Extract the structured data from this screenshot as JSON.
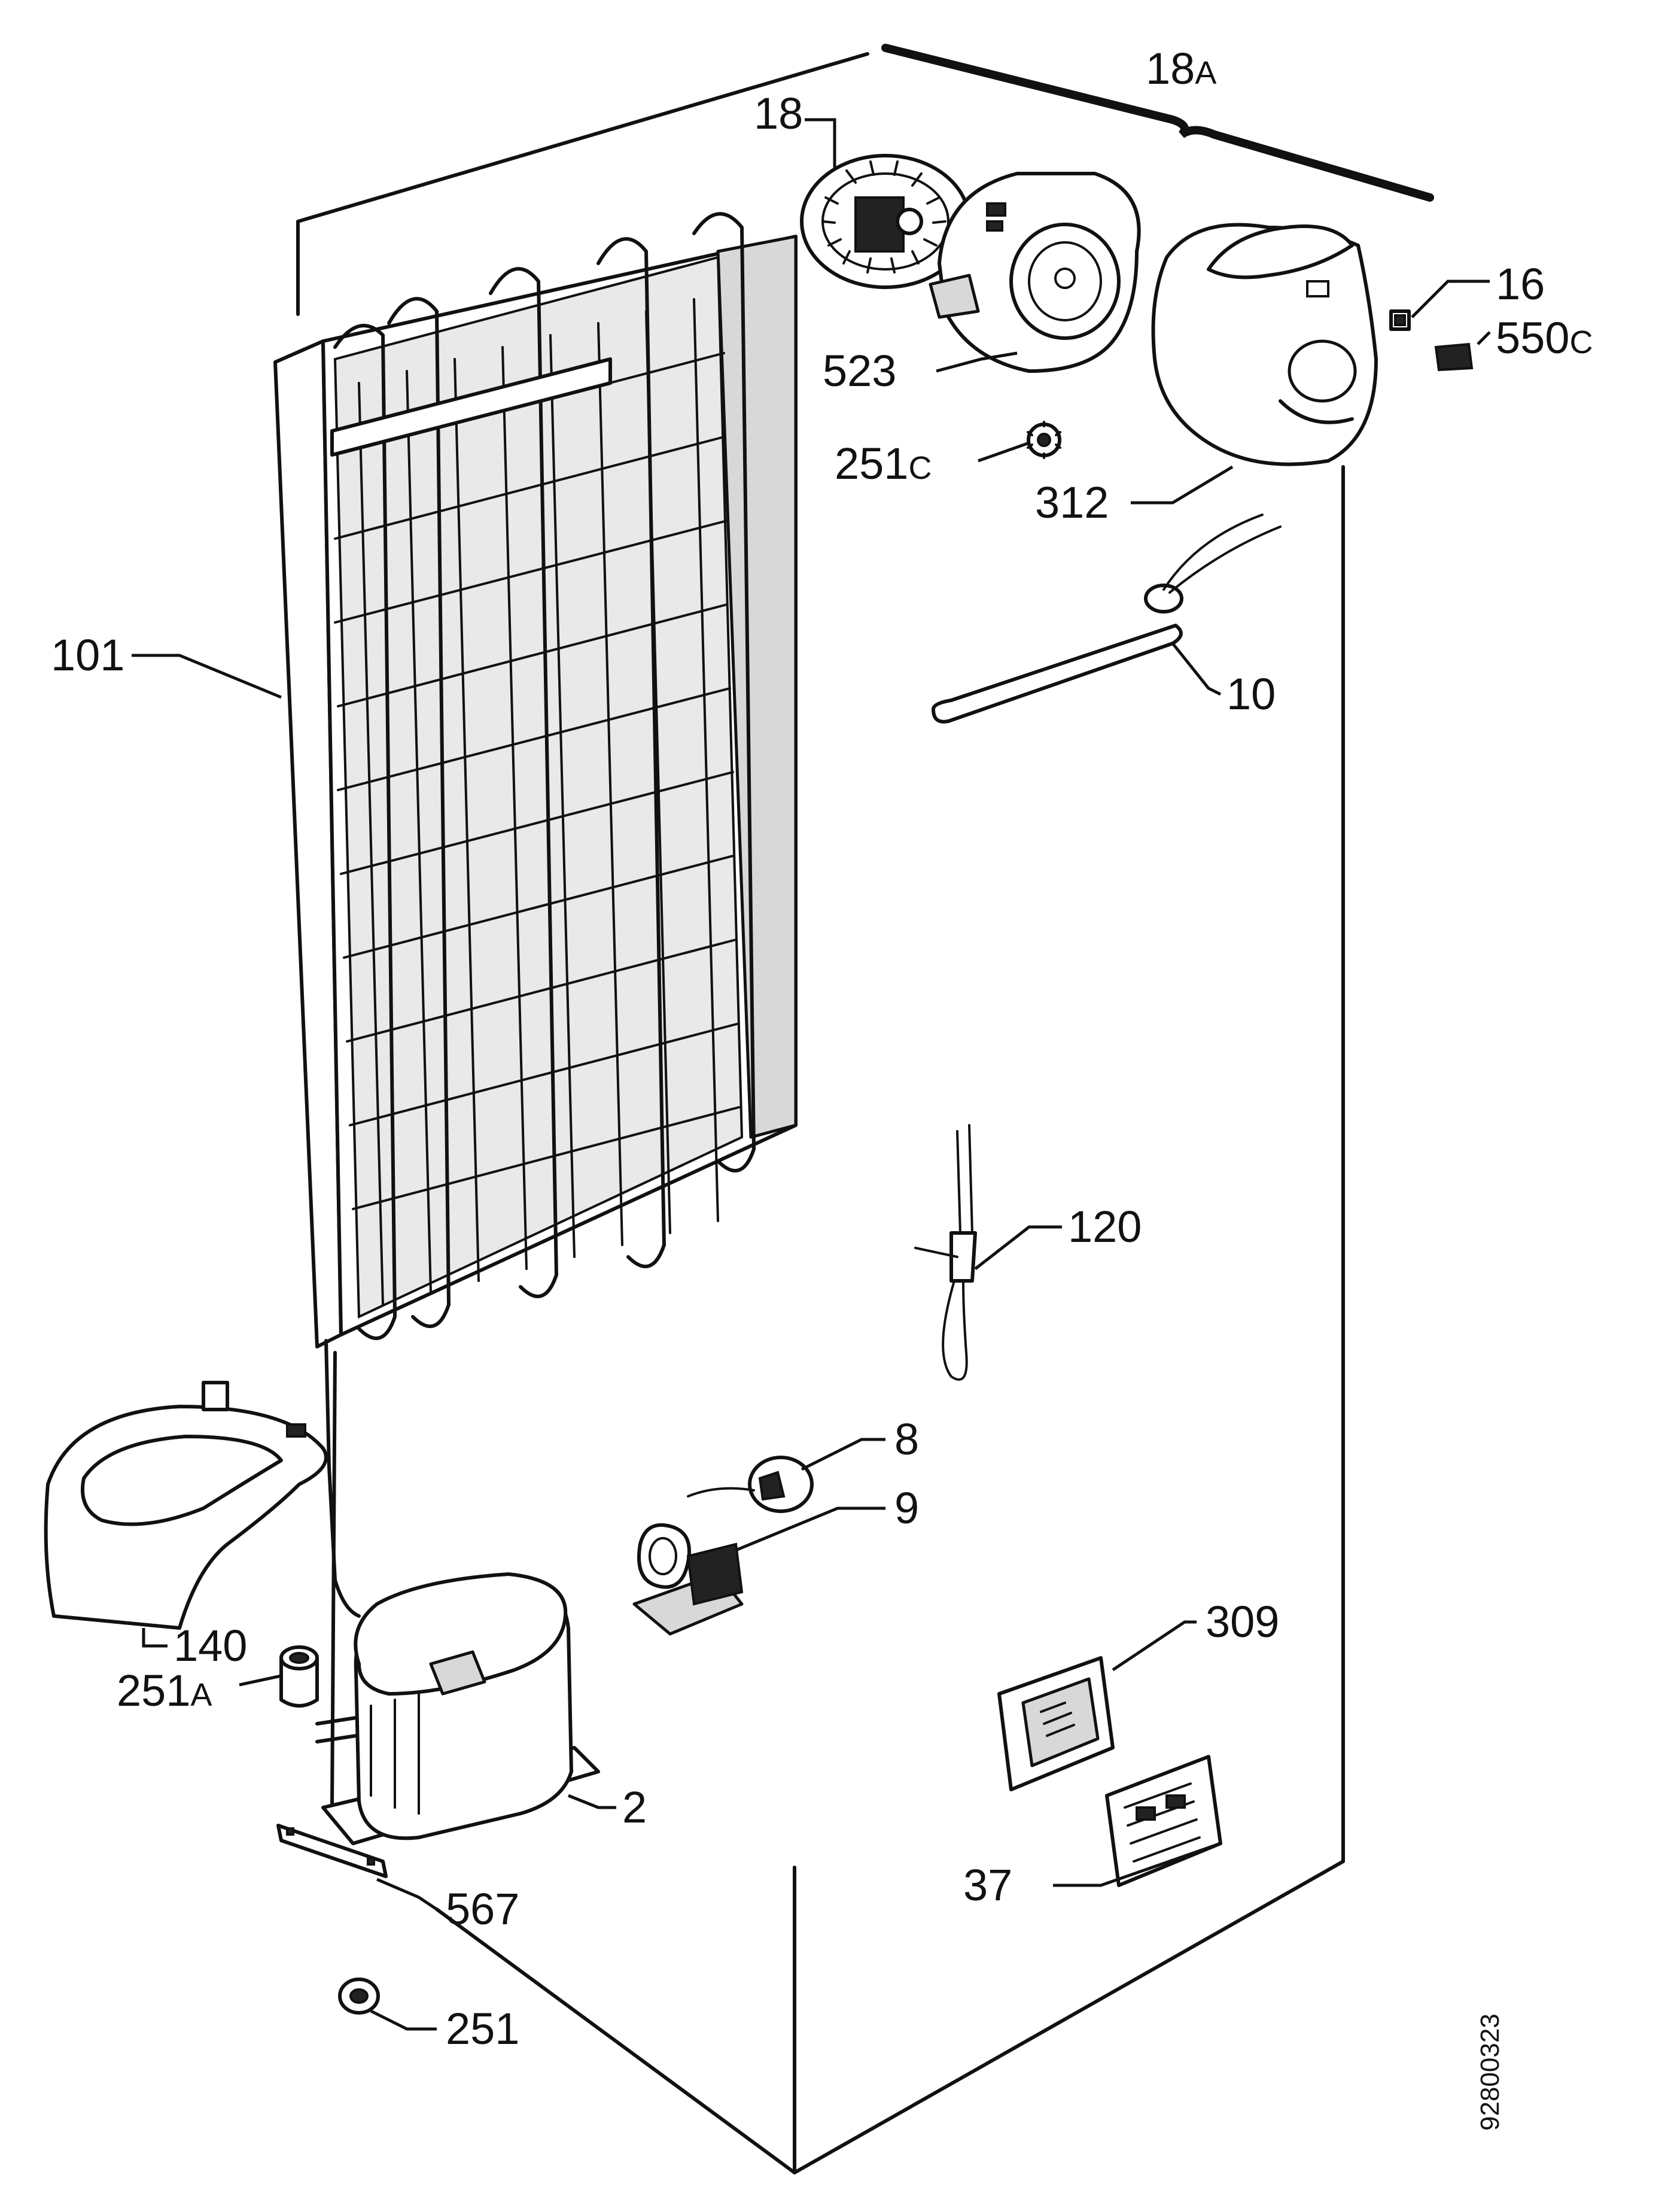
{
  "labels": {
    "l18a": {
      "num": "18",
      "suffix": "A"
    },
    "l18": {
      "num": "18"
    },
    "l16": {
      "num": "16"
    },
    "l550c": {
      "num": "550",
      "suffix": "C"
    },
    "l523": {
      "num": "523"
    },
    "l251c": {
      "num": "251",
      "suffix": "C"
    },
    "l312": {
      "num": "312"
    },
    "l101": {
      "num": "101"
    },
    "l10": {
      "num": "10"
    },
    "l120": {
      "num": "120"
    },
    "l8": {
      "num": "8"
    },
    "l9": {
      "num": "9"
    },
    "l140": {
      "num": "140"
    },
    "l251a": {
      "num": "251",
      "suffix": "A"
    },
    "l309": {
      "num": "309"
    },
    "l2": {
      "num": "2"
    },
    "l37": {
      "num": "37"
    },
    "l567": {
      "num": "567"
    },
    "l251": {
      "num": "251"
    }
  },
  "document_number": "92800323"
}
